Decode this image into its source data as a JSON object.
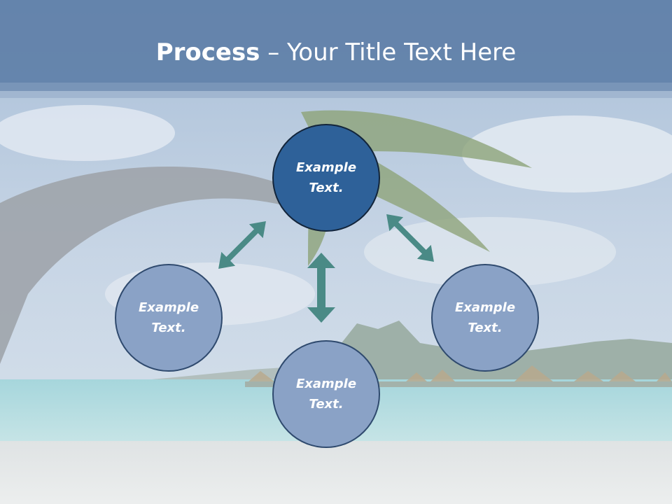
{
  "title": {
    "bold": "Process",
    "rest": " – Your Title Text Here"
  },
  "nodes": [
    {
      "line1": "Example",
      "line2": "Text."
    },
    {
      "line1": "Example",
      "line2": "Text."
    },
    {
      "line1": "Example",
      "line2": "Text."
    },
    {
      "line1": "Example",
      "line2": "Text."
    }
  ],
  "colors": {
    "title_bar": "#5e7fa8",
    "main_node": "#2e6199",
    "sub_node": "#8aa2c6",
    "arrow": "#4a8a86"
  }
}
